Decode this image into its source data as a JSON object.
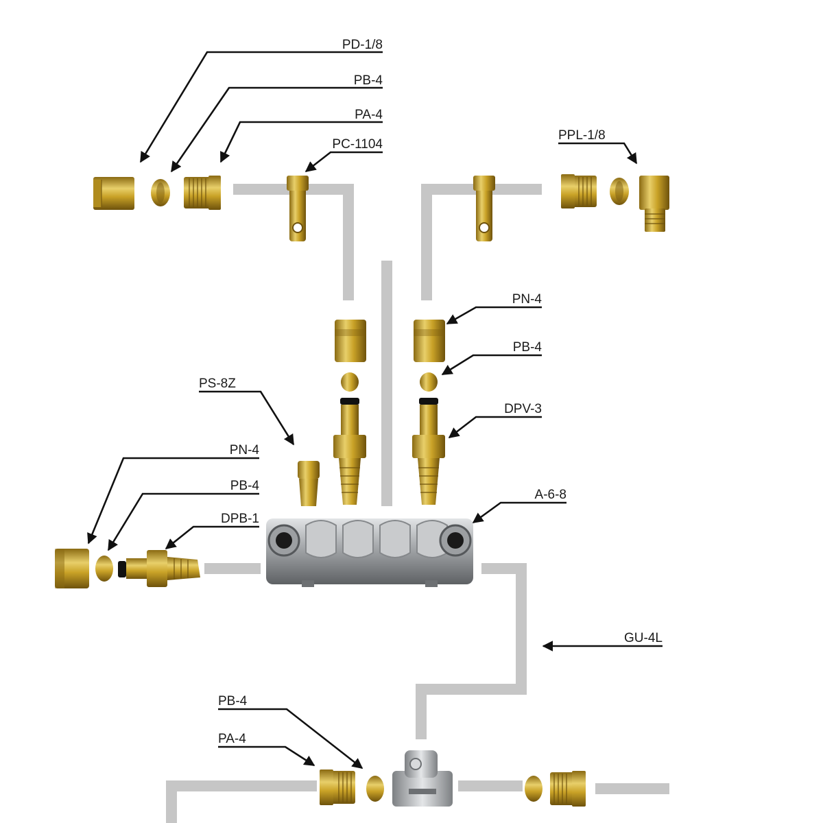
{
  "diagram": {
    "labels": {
      "pd18": "PD-1/8",
      "pb4_top": "PB-4",
      "pa4_top": "PA-4",
      "pc1104": "PC-1104",
      "ppl18": "PPL-1/8",
      "pn4_right": "PN-4",
      "pb4_right": "PB-4",
      "dpv3": "DPV-3",
      "ps8z": "PS-8Z",
      "pn4_left": "PN-4",
      "pb4_left": "PB-4",
      "dpb1": "DPB-1",
      "a68": "A-6-8",
      "gu4l": "GU-4L",
      "pb4_bottom": "PB-4",
      "pa4_bottom": "PA-4"
    },
    "colors": {
      "brass": "#c9a227",
      "brass_dark": "#8a6a12",
      "brass_light": "#e8cf6a",
      "aluminum": "#a9acaf",
      "aluminum_dark": "#6d7073",
      "tube": "#c6c6c6",
      "leader": "#111111"
    }
  }
}
